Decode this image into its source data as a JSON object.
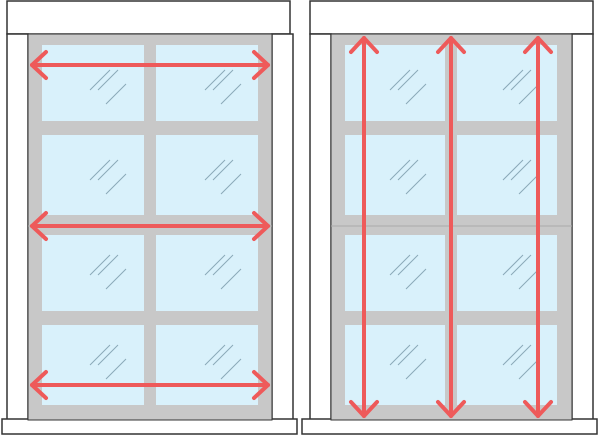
{
  "figure": {
    "panels": [
      {
        "id": "left",
        "arrow_direction": "horizontal",
        "arrow_count": 3,
        "grid_rows": 4,
        "grid_cols": 2
      },
      {
        "id": "right",
        "arrow_direction": "vertical",
        "arrow_count": 3,
        "grid_rows": 4,
        "grid_cols": 2
      }
    ]
  },
  "colors": {
    "frame_outline": "#333333",
    "frame_fill": "#ffffff",
    "sash_gray": "#c8c8c8",
    "glass_blue": "#d9f1fb",
    "glare_lines": "#8aa8b8",
    "arrow_red": "#ee5a5a"
  },
  "icons": {
    "arrow": "double-headed-arrow",
    "glare": "glass-glare-lines"
  }
}
